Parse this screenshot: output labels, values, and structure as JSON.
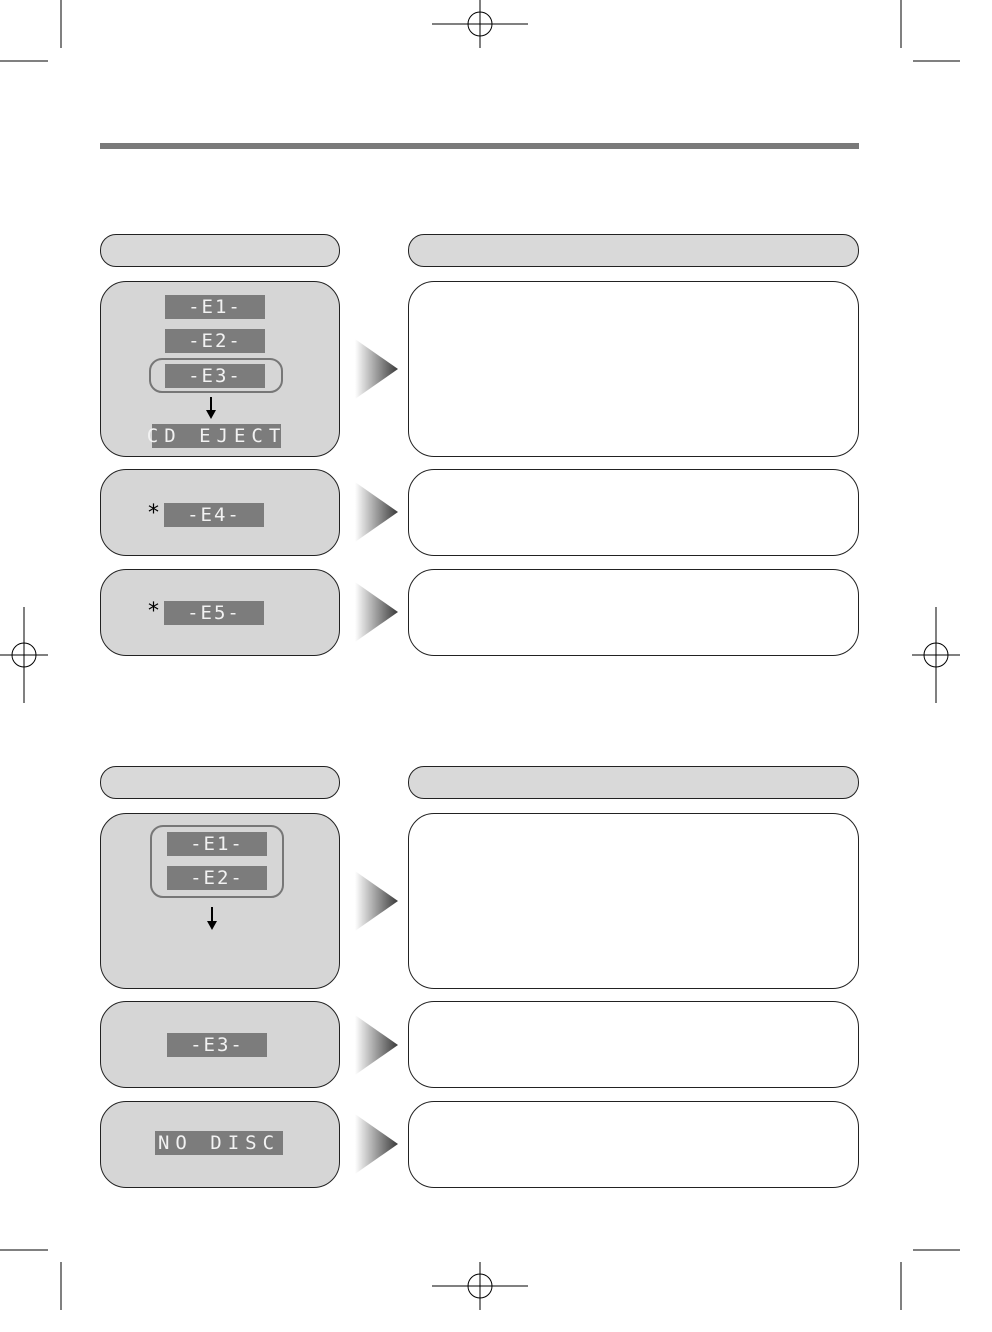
{
  "section_1": {
    "rows": [
      {
        "displays": [
          "-E1-",
          "-E2-",
          "-E3-"
        ],
        "result_display": "CD EJECT",
        "marker": ""
      },
      {
        "displays": [
          "-E4-"
        ],
        "marker": "*"
      },
      {
        "displays": [
          "-E5-"
        ],
        "marker": "*"
      }
    ]
  },
  "section_2": {
    "rows": [
      {
        "displays": [
          "-E1-",
          "-E2-"
        ],
        "marker": ""
      },
      {
        "displays": [
          "-E3-"
        ],
        "marker": ""
      },
      {
        "displays": [
          "NO DISC"
        ],
        "marker": ""
      }
    ]
  },
  "colors": {
    "panel": "#d6d6d6",
    "lcd": "#7c7c7c",
    "lcd_text": "#f2f2f2",
    "rule": "#7a7a7a"
  }
}
